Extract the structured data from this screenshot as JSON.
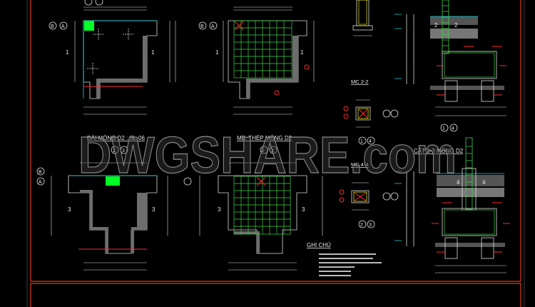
{
  "drawing": {
    "titles": {
      "plan_footing": "ĐÀI MÓNG D2 : SL-06",
      "plan_rebar": "MB. THÉP MÓNG D2",
      "section_2_2": "MC 2-2",
      "section_4_4": "MC 4-4",
      "section_3_3": "CẮT 3-3 MÓNG D2",
      "notes": "GHI CHÚ"
    },
    "axis_labels": {
      "a": "A",
      "b": "B",
      "one": "1",
      "two": "2",
      "three": "3",
      "four": "4"
    },
    "section_marks": {
      "s1": "1",
      "s2": "2",
      "s3": "3",
      "s4": "4"
    },
    "watermark": "DWGSHARE.com",
    "colors": {
      "background": "#000000",
      "frame": "#e0401e",
      "dimension": "#19d3e6",
      "rebar": "#3fd24a",
      "column": "#00ff22",
      "callout": "#ff2a2a"
    }
  }
}
